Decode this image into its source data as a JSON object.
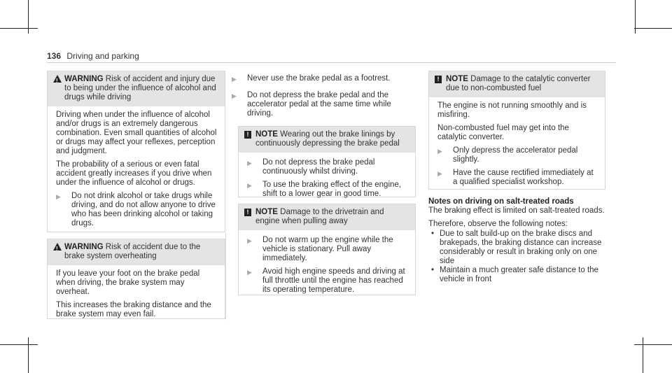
{
  "header": {
    "page_number": "136",
    "title": "Driving and parking"
  },
  "warning1": {
    "label": "WARNING",
    "head": "Risk of accident and injury due to being under the influence of alcohol and drugs while driving",
    "paragraphs": [
      "Driving when under the influence of alcohol and/or drugs is an extremely dangerous combination. Even small quantities of alcohol or drugs may affect your reflexes, perception and judgment.",
      "The probability of a serious or even fatal accident greatly increases if you drive when under the influence of alcohol or drugs."
    ],
    "bullets": [
      "Do not drink alcohol or take drugs while driving, and do not allow anyone to drive who has been drinking alcohol or taking drugs."
    ]
  },
  "warning2": {
    "label": "WARNING",
    "head": "Risk of accident due to the brake system overheating",
    "paragraphs": [
      "If you leave your foot on the brake pedal when driving, the brake system may overheat.",
      "This increases the braking distance and the brake system may even fail."
    ]
  },
  "col2_bullets": [
    "Never use the brake pedal as a footrest.",
    "Do not depress the brake pedal and the accelerator pedal at the same time while driving."
  ],
  "note1": {
    "label": "NOTE",
    "head": "Wearing out the brake linings by continuously depressing the brake pedal",
    "bullets": [
      "Do not depress the brake pedal continuously whilst driving.",
      "To use the braking effect of the engine, shift to a lower gear in good time."
    ]
  },
  "note2": {
    "label": "NOTE",
    "head": "Damage to the drivetrain and engine when pulling away",
    "bullets": [
      "Do not warm up the engine while the vehicle is stationary. Pull away immediately.",
      "Avoid high engine speeds and driving at full throttle until the engine has reached its operating temperature."
    ]
  },
  "note3": {
    "label": "NOTE",
    "head": "Damage to the catalytic converter due to non-combusted fuel",
    "paragraphs": [
      "The engine is not running smoothly and is misfiring.",
      "Non-combusted fuel may get into the catalytic converter."
    ],
    "bullets": [
      "Only depress the accelerator pedal slightly.",
      "Have the cause rectified immediately at a qualified specialist workshop."
    ]
  },
  "salt": {
    "title": "Notes on driving on salt-treated roads",
    "intro": "The braking effect is limited on salt-treated roads.",
    "observe": "Therefore, observe the following notes:",
    "items": [
      "Due to salt build-up on the brake discs and brakepads, the braking distance can increase considerably or result in braking only on one side",
      "Maintain a much greater safe distance to the vehicle in front"
    ]
  }
}
